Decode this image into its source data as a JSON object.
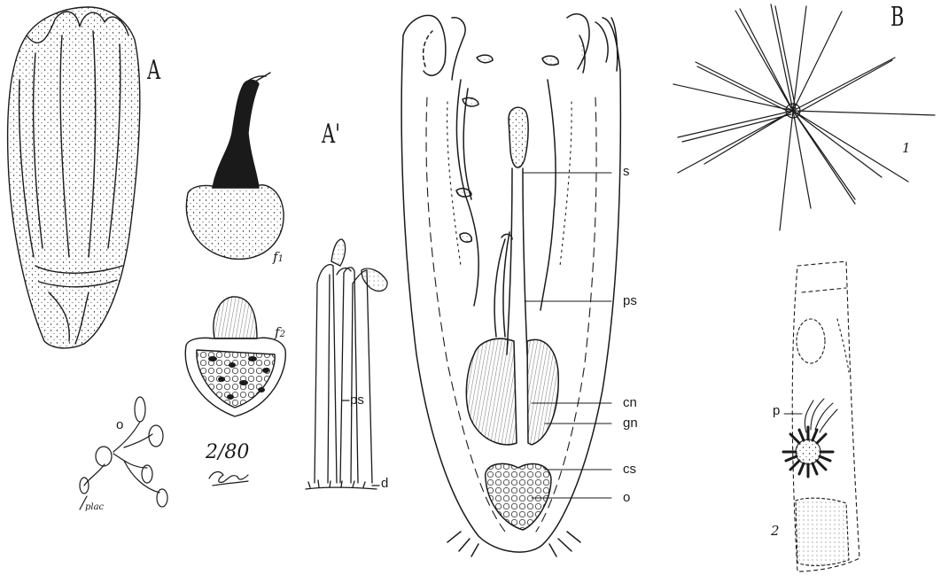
{
  "plate": {
    "ink_color": "#1a1a1a",
    "paper_color": "#ffffff",
    "figure_labels": {
      "A": "A",
      "A_prime": "A'",
      "B": "B",
      "one": "1",
      "two": "2"
    },
    "fruit_labels": {
      "f1": "f",
      "f1_sub": "1",
      "f2": "f",
      "f2_sub": "2"
    },
    "small_labels": {
      "o_left": "o",
      "plac": "plac",
      "ps_stamen": "ps",
      "d": "d",
      "s": "s",
      "ps_pistil": "ps",
      "cn": "cn",
      "gn": "gn",
      "cs": "cs",
      "o_ovary": "o",
      "p": "p"
    },
    "signature": {
      "date": "2/80"
    }
  }
}
